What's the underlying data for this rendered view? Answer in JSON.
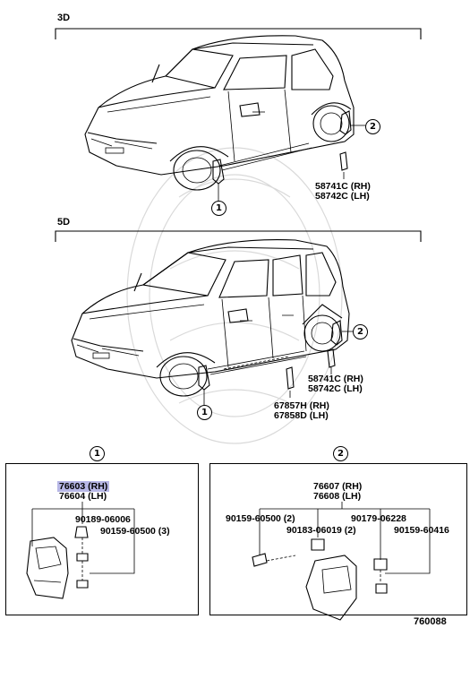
{
  "sections": {
    "top_label": "3D",
    "bottom_label": "5D"
  },
  "callouts": {
    "one": "1",
    "two": "2"
  },
  "parts_3d": {
    "line1": "58741C (RH)",
    "line2": "58742C (LH)"
  },
  "parts_5d": {
    "a_line1": "58741C (RH)",
    "a_line2": "58742C (LH)",
    "b_line1": "67857H (RH)",
    "b_line2": "67858D (LH)"
  },
  "detail1": {
    "title": "1",
    "part_rh": "76603 (RH)",
    "part_lh": "76604 (LH)",
    "clip": "90189-06006",
    "screw": "90159-60500 (3)"
  },
  "detail2": {
    "title": "2",
    "part_rh": "76607 (RH)",
    "part_lh": "76608 (LH)",
    "screw_a": "90159-60500 (2)",
    "nut": "90179-06228",
    "clip": "90183-06019 (2)",
    "screw_b": "90159-60416"
  },
  "figure_number": "760088"
}
